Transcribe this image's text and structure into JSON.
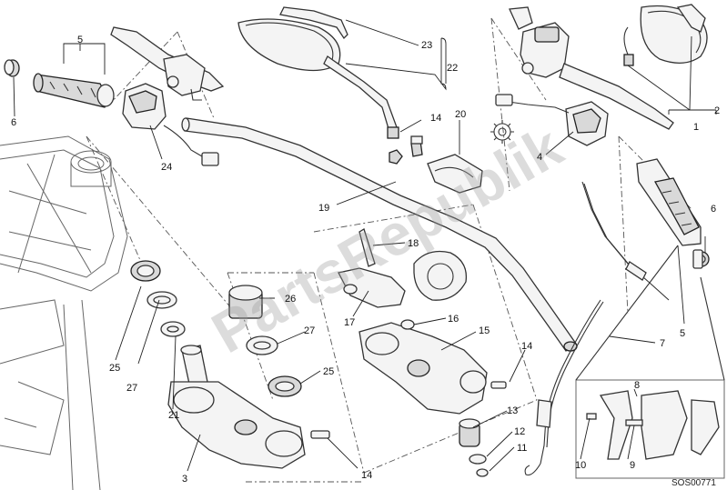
{
  "diagram": {
    "watermark": "PartsRepublik",
    "drawing_code": "SOS00771",
    "callouts": [
      "1",
      "2",
      "3",
      "4",
      "5",
      "5",
      "6",
      "6",
      "7",
      "8",
      "9",
      "10",
      "11",
      "12",
      "13",
      "14",
      "14",
      "14",
      "15",
      "16",
      "17",
      "18",
      "19",
      "20",
      "21",
      "22",
      "23",
      "24",
      "25",
      "25",
      "26",
      "27",
      "27"
    ]
  }
}
